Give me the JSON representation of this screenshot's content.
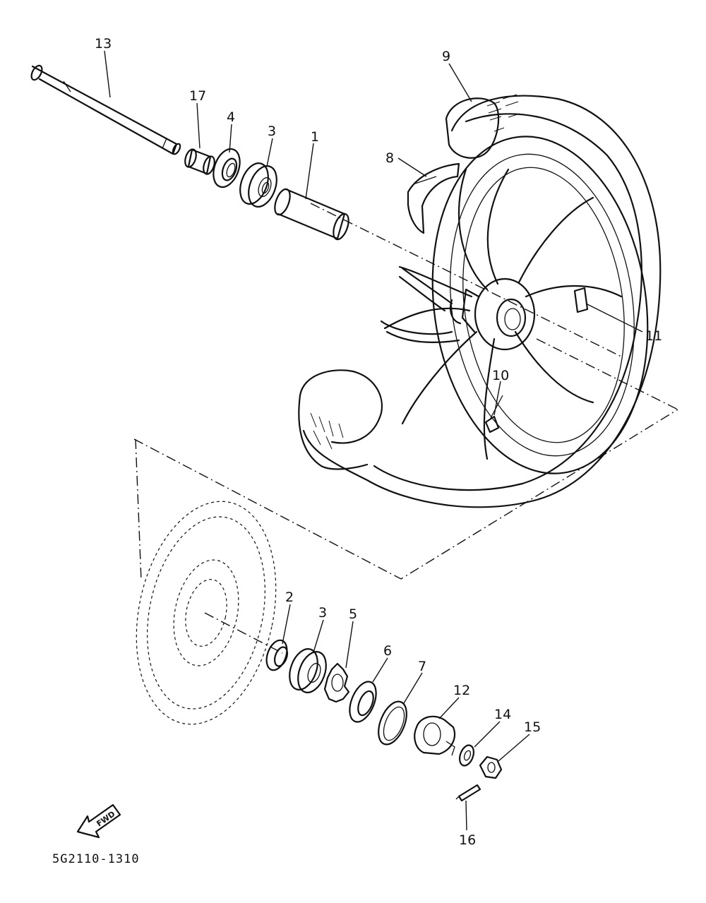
{
  "diagram": {
    "drawing_code": "5G2110-1310",
    "direction_label": "FWD",
    "callouts": {
      "c1": "1",
      "c2": "2",
      "c3a": "3",
      "c3b": "3",
      "c4": "4",
      "c5": "5",
      "c6": "6",
      "c7": "7",
      "c8": "8",
      "c9": "9",
      "c10": "10",
      "c11": "11",
      "c12": "12",
      "c13": "13",
      "c14": "14",
      "c15": "15",
      "c16": "16",
      "c17": "17"
    }
  }
}
